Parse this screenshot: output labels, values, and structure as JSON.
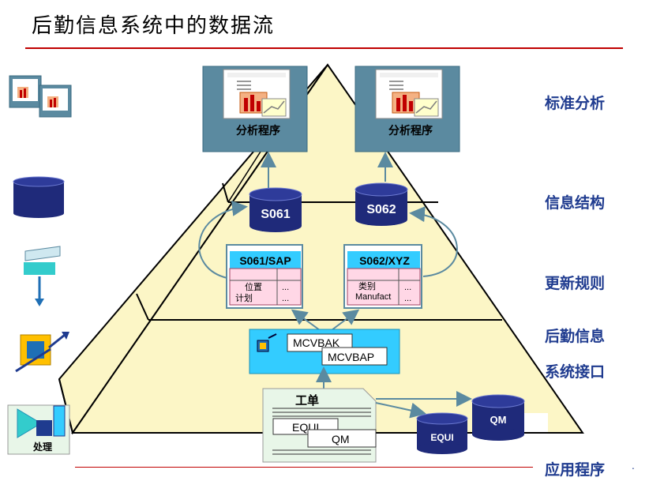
{
  "title": "后勤信息系统中的数据流",
  "layers": {
    "standard_analysis": "标准分析",
    "info_structure": "信息结构",
    "update_rules": "更新规则",
    "logistics_info": "后勤信息",
    "system_interface": "系统接口",
    "application": "应用程序"
  },
  "analysis": {
    "left_label": "分析程序",
    "right_label": "分析程序"
  },
  "structures": {
    "s061": "S061",
    "s062": "S062"
  },
  "rules": {
    "sap": {
      "title": "S061/SAP",
      "row1": "位置",
      "row2": "计划",
      "dots": "..."
    },
    "xyz": {
      "title": "S062/XYZ",
      "row1": "类别",
      "row2": "Manufact",
      "dots": "..."
    }
  },
  "interface": {
    "doc1": "MCVBAK",
    "doc2": "MCVBAP"
  },
  "application": {
    "form_title": "工单",
    "form_field1": "EQUI",
    "form_field2": "QM",
    "db_equi": "EQUI",
    "db_qm": "QM"
  },
  "sidebar": {
    "process_label": "处理"
  },
  "colors": {
    "pyramid_fill": "#fcf6c6",
    "box_teal": "#5b8aa0",
    "cyl_navy": "#1f2a7a",
    "label_blue": "#1f3b8f",
    "rule_red": "#c00000"
  },
  "icons": [
    "report-icon",
    "database-icon",
    "conveyor-icon",
    "interface-icon",
    "process-icon",
    "arrow-icon"
  ]
}
